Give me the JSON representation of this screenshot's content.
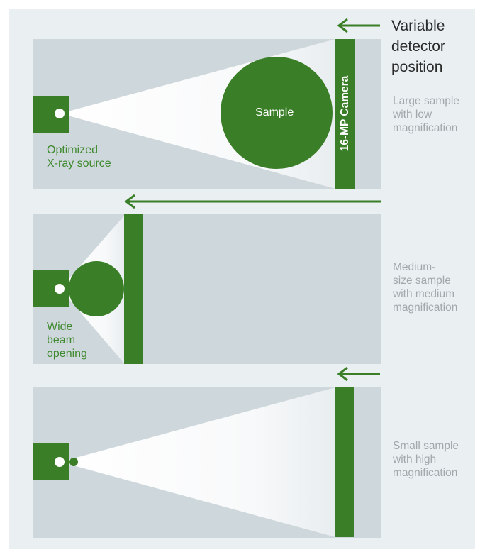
{
  "header": {
    "title": "Variable\ndetector\nposition"
  },
  "panels": [
    {
      "sample_label": "Sample",
      "camera_label": "16-MP Camera",
      "source_label": "Optimized\nX-ray source",
      "description": "Large sample\nwith low\nmagnification"
    },
    {
      "source_label": "Wide\nbeam\nopening",
      "description": "Medium-\nsize sample\nwith medium\nmagnification"
    },
    {
      "description": "Small sample\nwith high\nmagnification"
    }
  ],
  "colors": {
    "background": "#eaeff2",
    "panel": "#ced7dc",
    "accent_green": "#3a7f28",
    "beam_white": "#ffffff",
    "description_gray": "#a1a8ac",
    "title_text": "#2b2b2b"
  },
  "icons": [
    "arrow-left-icon",
    "x-ray-source-icon",
    "sample-circle-icon",
    "detector-camera-icon"
  ]
}
